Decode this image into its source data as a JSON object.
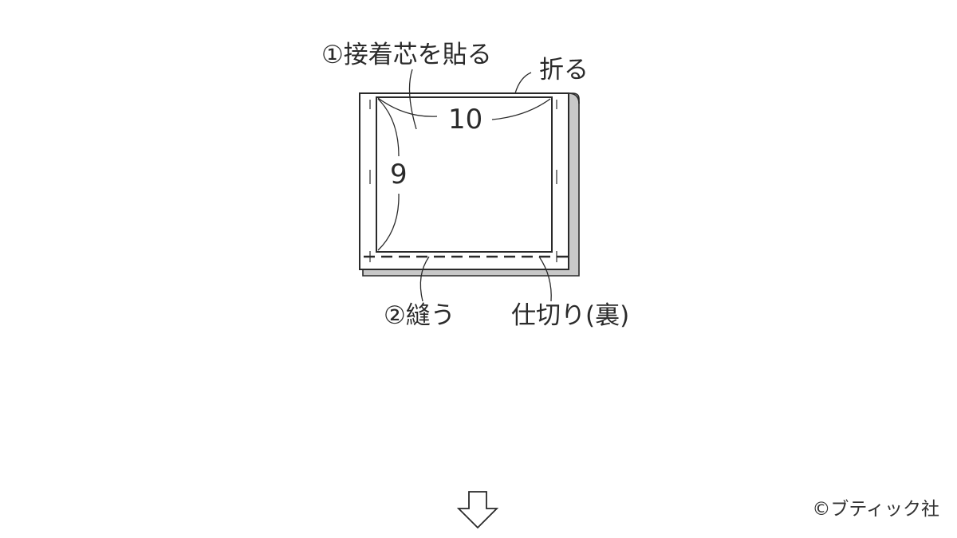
{
  "labels": {
    "step1": "①接着芯を貼る",
    "fold": "折る",
    "width": "10",
    "height": "9",
    "step2": "②縫う",
    "divider": "仕切り(裏)"
  },
  "copyright": "©ブティック社",
  "colors": {
    "line": "#2a2a2a",
    "shade": "#c8c8c8",
    "background": "#ffffff"
  },
  "icons": {
    "next_step": "down-arrow-icon"
  }
}
